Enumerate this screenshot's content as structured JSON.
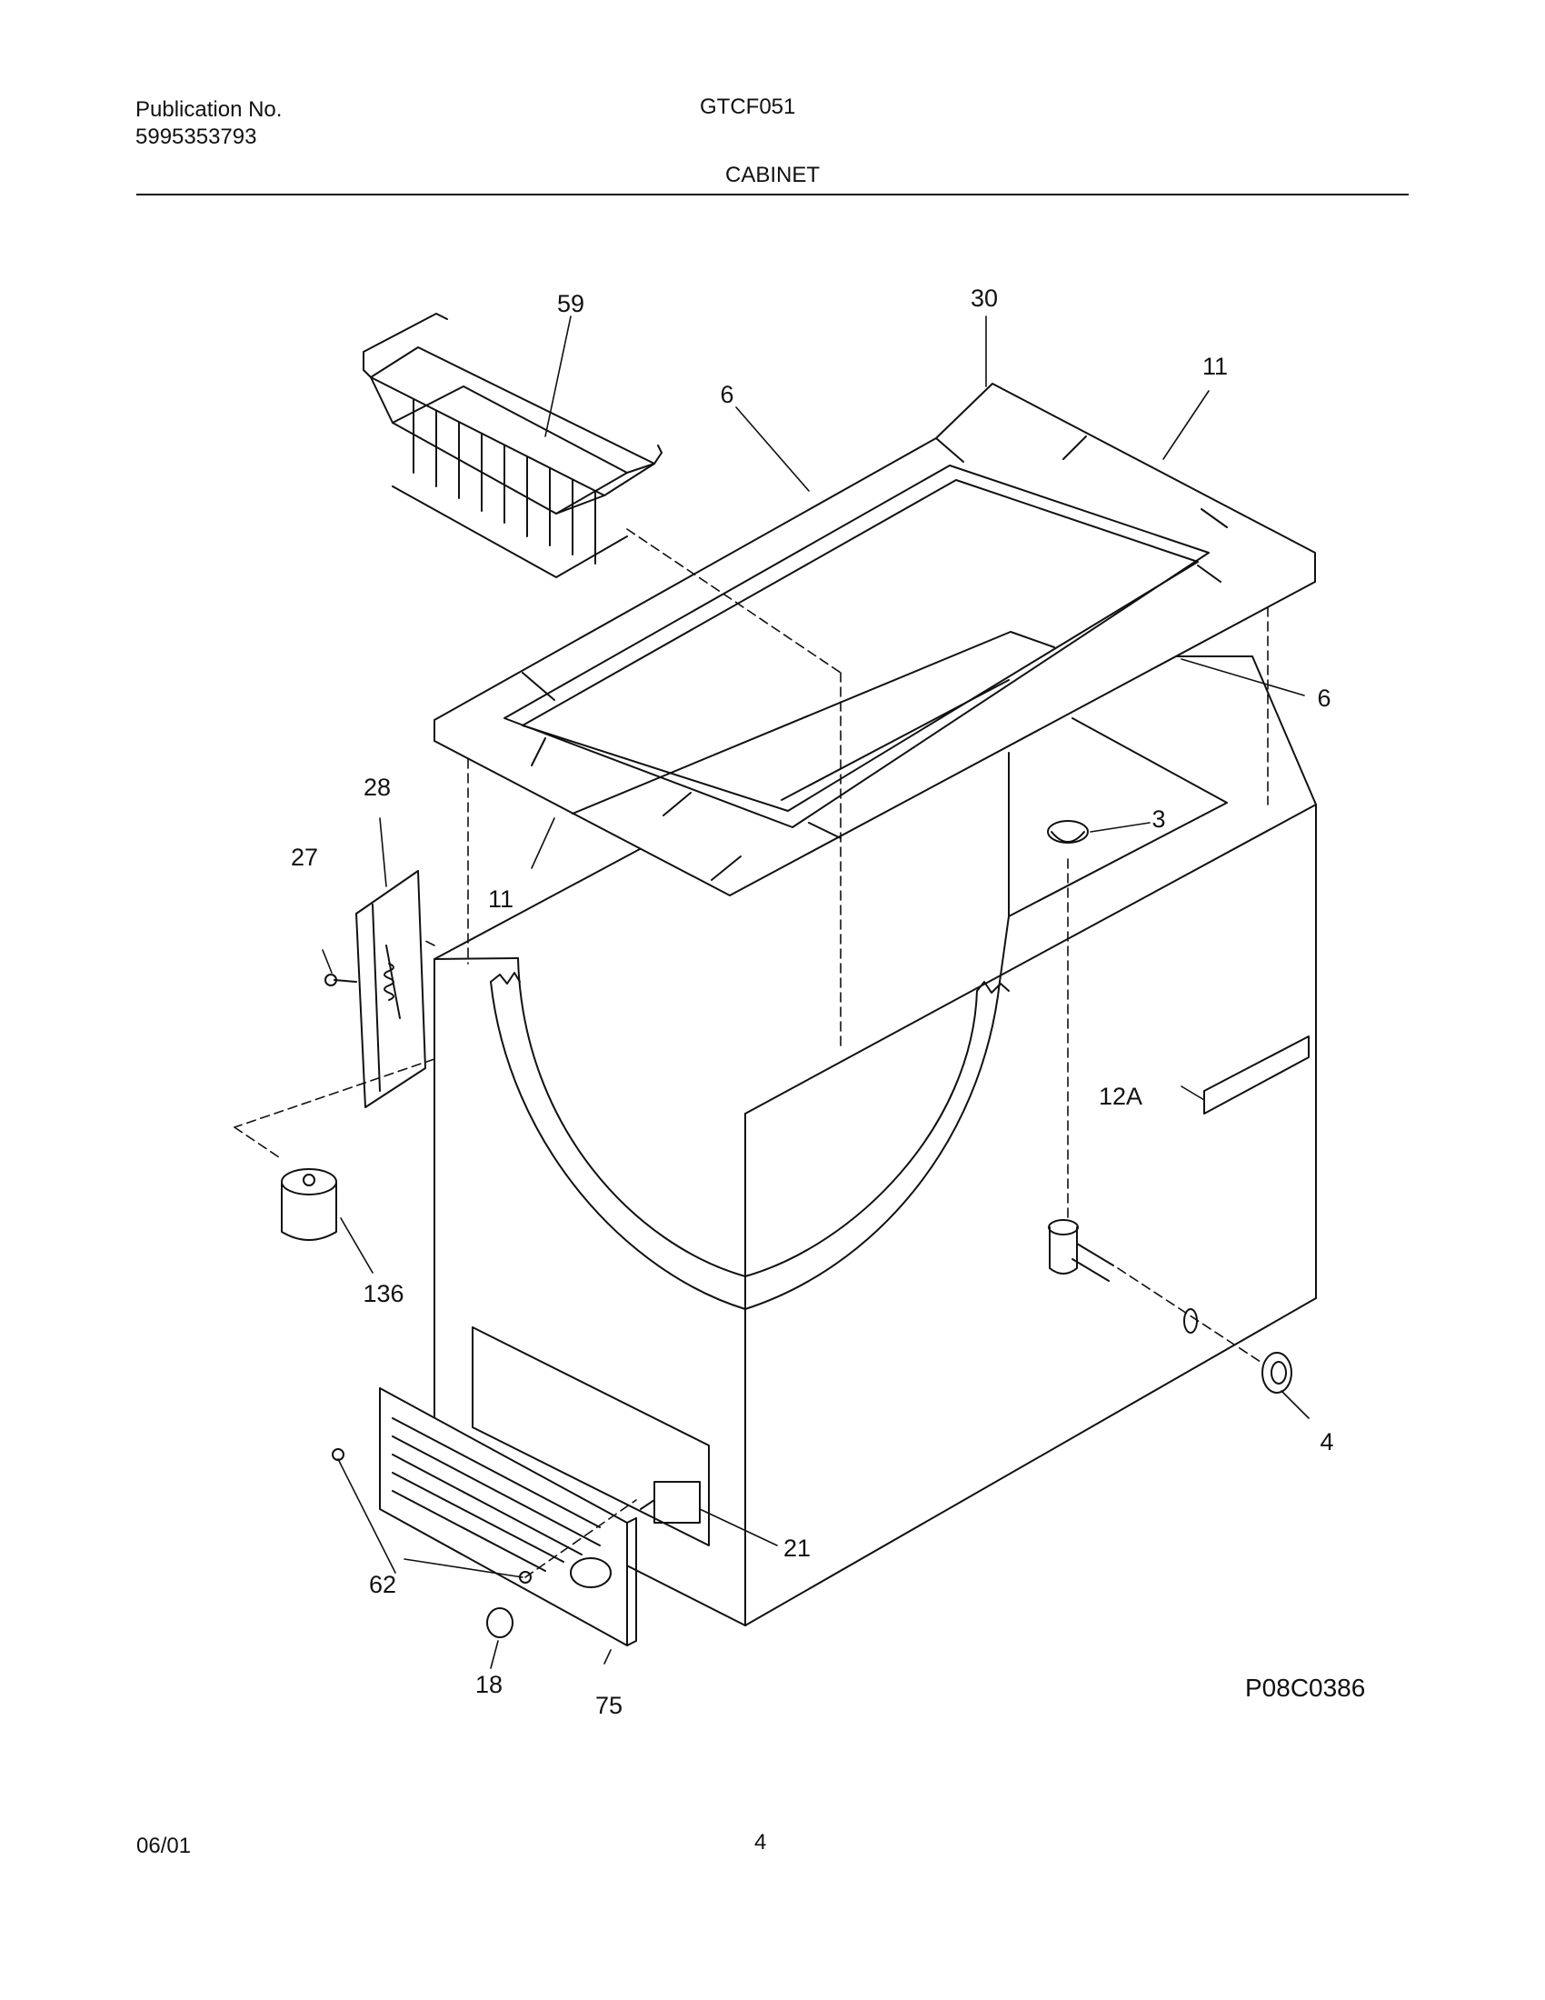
{
  "header": {
    "publication_label": "Publication No.",
    "publication_number": "5995353793",
    "model": "GTCF051",
    "section": "CABINET"
  },
  "diagram": {
    "callouts": {
      "basket": "59",
      "corner": "30",
      "gasket_top_left": "6",
      "gasket_top_right": "11",
      "gasket_right": "6",
      "hinge": "28",
      "screw_hinge": "27",
      "gasket_front_left": "11",
      "drain_plug": "3",
      "label": "12A",
      "hinge_cover": "136",
      "drain_cap": "4",
      "screws_grille": "62",
      "thermostat": "21",
      "knob": "18",
      "grille": "75"
    },
    "code": "P08C0386"
  },
  "footer": {
    "date": "06/01",
    "page": "4"
  }
}
